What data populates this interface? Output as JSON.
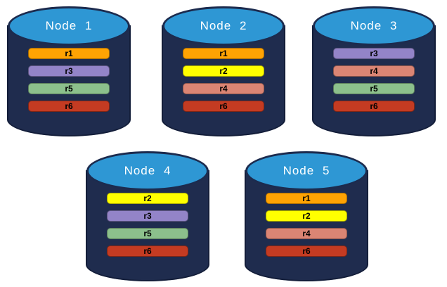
{
  "diagram": {
    "background_color": "#FFFFFF",
    "node_body_color": "#1F2C4E",
    "node_top_color": "#2E97D4",
    "node_top_border_color": "#1C2B4E",
    "node_label_color": "#FFFFFF",
    "replica_label_color": "#000000",
    "replica_colors": {
      "r1": "#FFA303",
      "r2": "#FFFF00",
      "r3": "#9384C8",
      "r4": "#DB8574",
      "r5": "#8CC08C",
      "r6": "#C43B22"
    },
    "nodes": [
      {
        "label": "Node 1",
        "replicas": [
          "r1",
          "r3",
          "r5",
          "r6"
        ]
      },
      {
        "label": "Node 2",
        "replicas": [
          "r1",
          "r2",
          "r4",
          "r6"
        ]
      },
      {
        "label": "Node 3",
        "replicas": [
          "r3",
          "r4",
          "r5",
          "r6"
        ]
      },
      {
        "label": "Node 4",
        "replicas": [
          "r2",
          "r3",
          "r5",
          "r6"
        ]
      },
      {
        "label": "Node 5",
        "replicas": [
          "r1",
          "r2",
          "r4",
          "r6"
        ]
      }
    ]
  }
}
